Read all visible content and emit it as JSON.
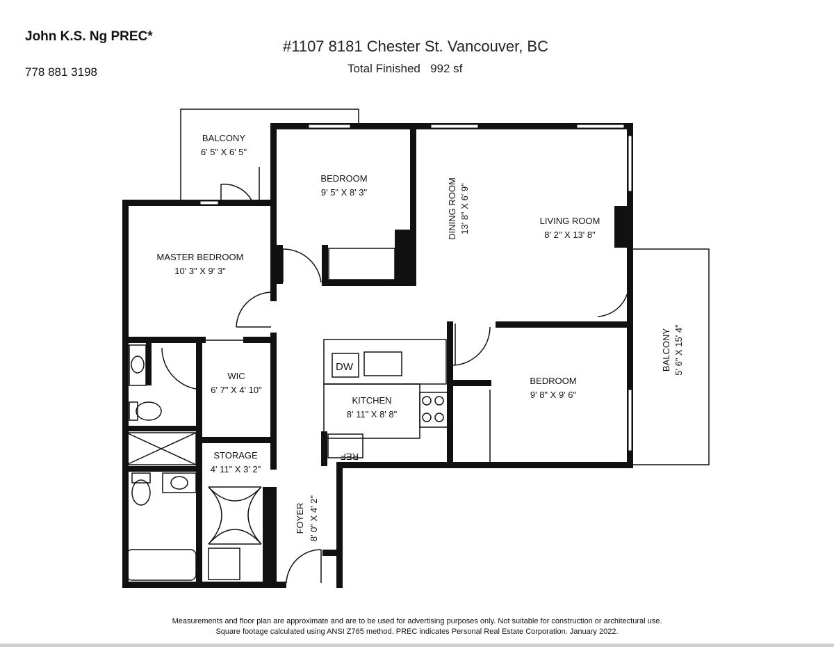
{
  "header": {
    "agent_name": "John K.S. Ng PREC*",
    "phone": "778 881 3198",
    "address": "#1107 8181 Chester St. Vancouver, BC",
    "total_label": "Total Finished",
    "total_value": "992 sf"
  },
  "rooms": {
    "balcony_top": {
      "name": "BALCONY",
      "size": "6' 5\" X 6' 5\""
    },
    "bedroom_top": {
      "name": "BEDROOM",
      "size": "9' 5\" X 8' 3\""
    },
    "dining_room": {
      "name": "DINING ROOM",
      "size": "13' 8\" X 6' 9\""
    },
    "living_room": {
      "name": "LIVING ROOM",
      "size": "8' 2\" X 13' 8\""
    },
    "master_bedroom": {
      "name": "MASTER BEDROOM",
      "size": "10' 3\" X 9' 3\""
    },
    "wic": {
      "name": "WIC",
      "size": "6' 7\" X 4' 10\""
    },
    "kitchen": {
      "name": "KITCHEN",
      "size": "8' 11\" X 8' 8\""
    },
    "bedroom_right": {
      "name": "BEDROOM",
      "size": "9' 8\" X 9' 6\""
    },
    "balcony_right": {
      "name": "BALCONY",
      "size": "5' 6\" X 15' 4\""
    },
    "storage": {
      "name": "STORAGE",
      "size": "4' 11\" X 3' 2\""
    },
    "foyer": {
      "name": "FOYER",
      "size": "8' 0\" X 4' 2\""
    }
  },
  "fixtures": {
    "dishwasher": "DW",
    "refrigerator": "REF"
  },
  "footer": {
    "line1": "Measurements and floor plan are approximate and are to be used for advertising purposes only. Not suitable for construction or architectural use.",
    "line2": "Square footage calculated using ANSI Z765 method. PREC indicates Personal Real Estate Corporation. January 2022."
  }
}
